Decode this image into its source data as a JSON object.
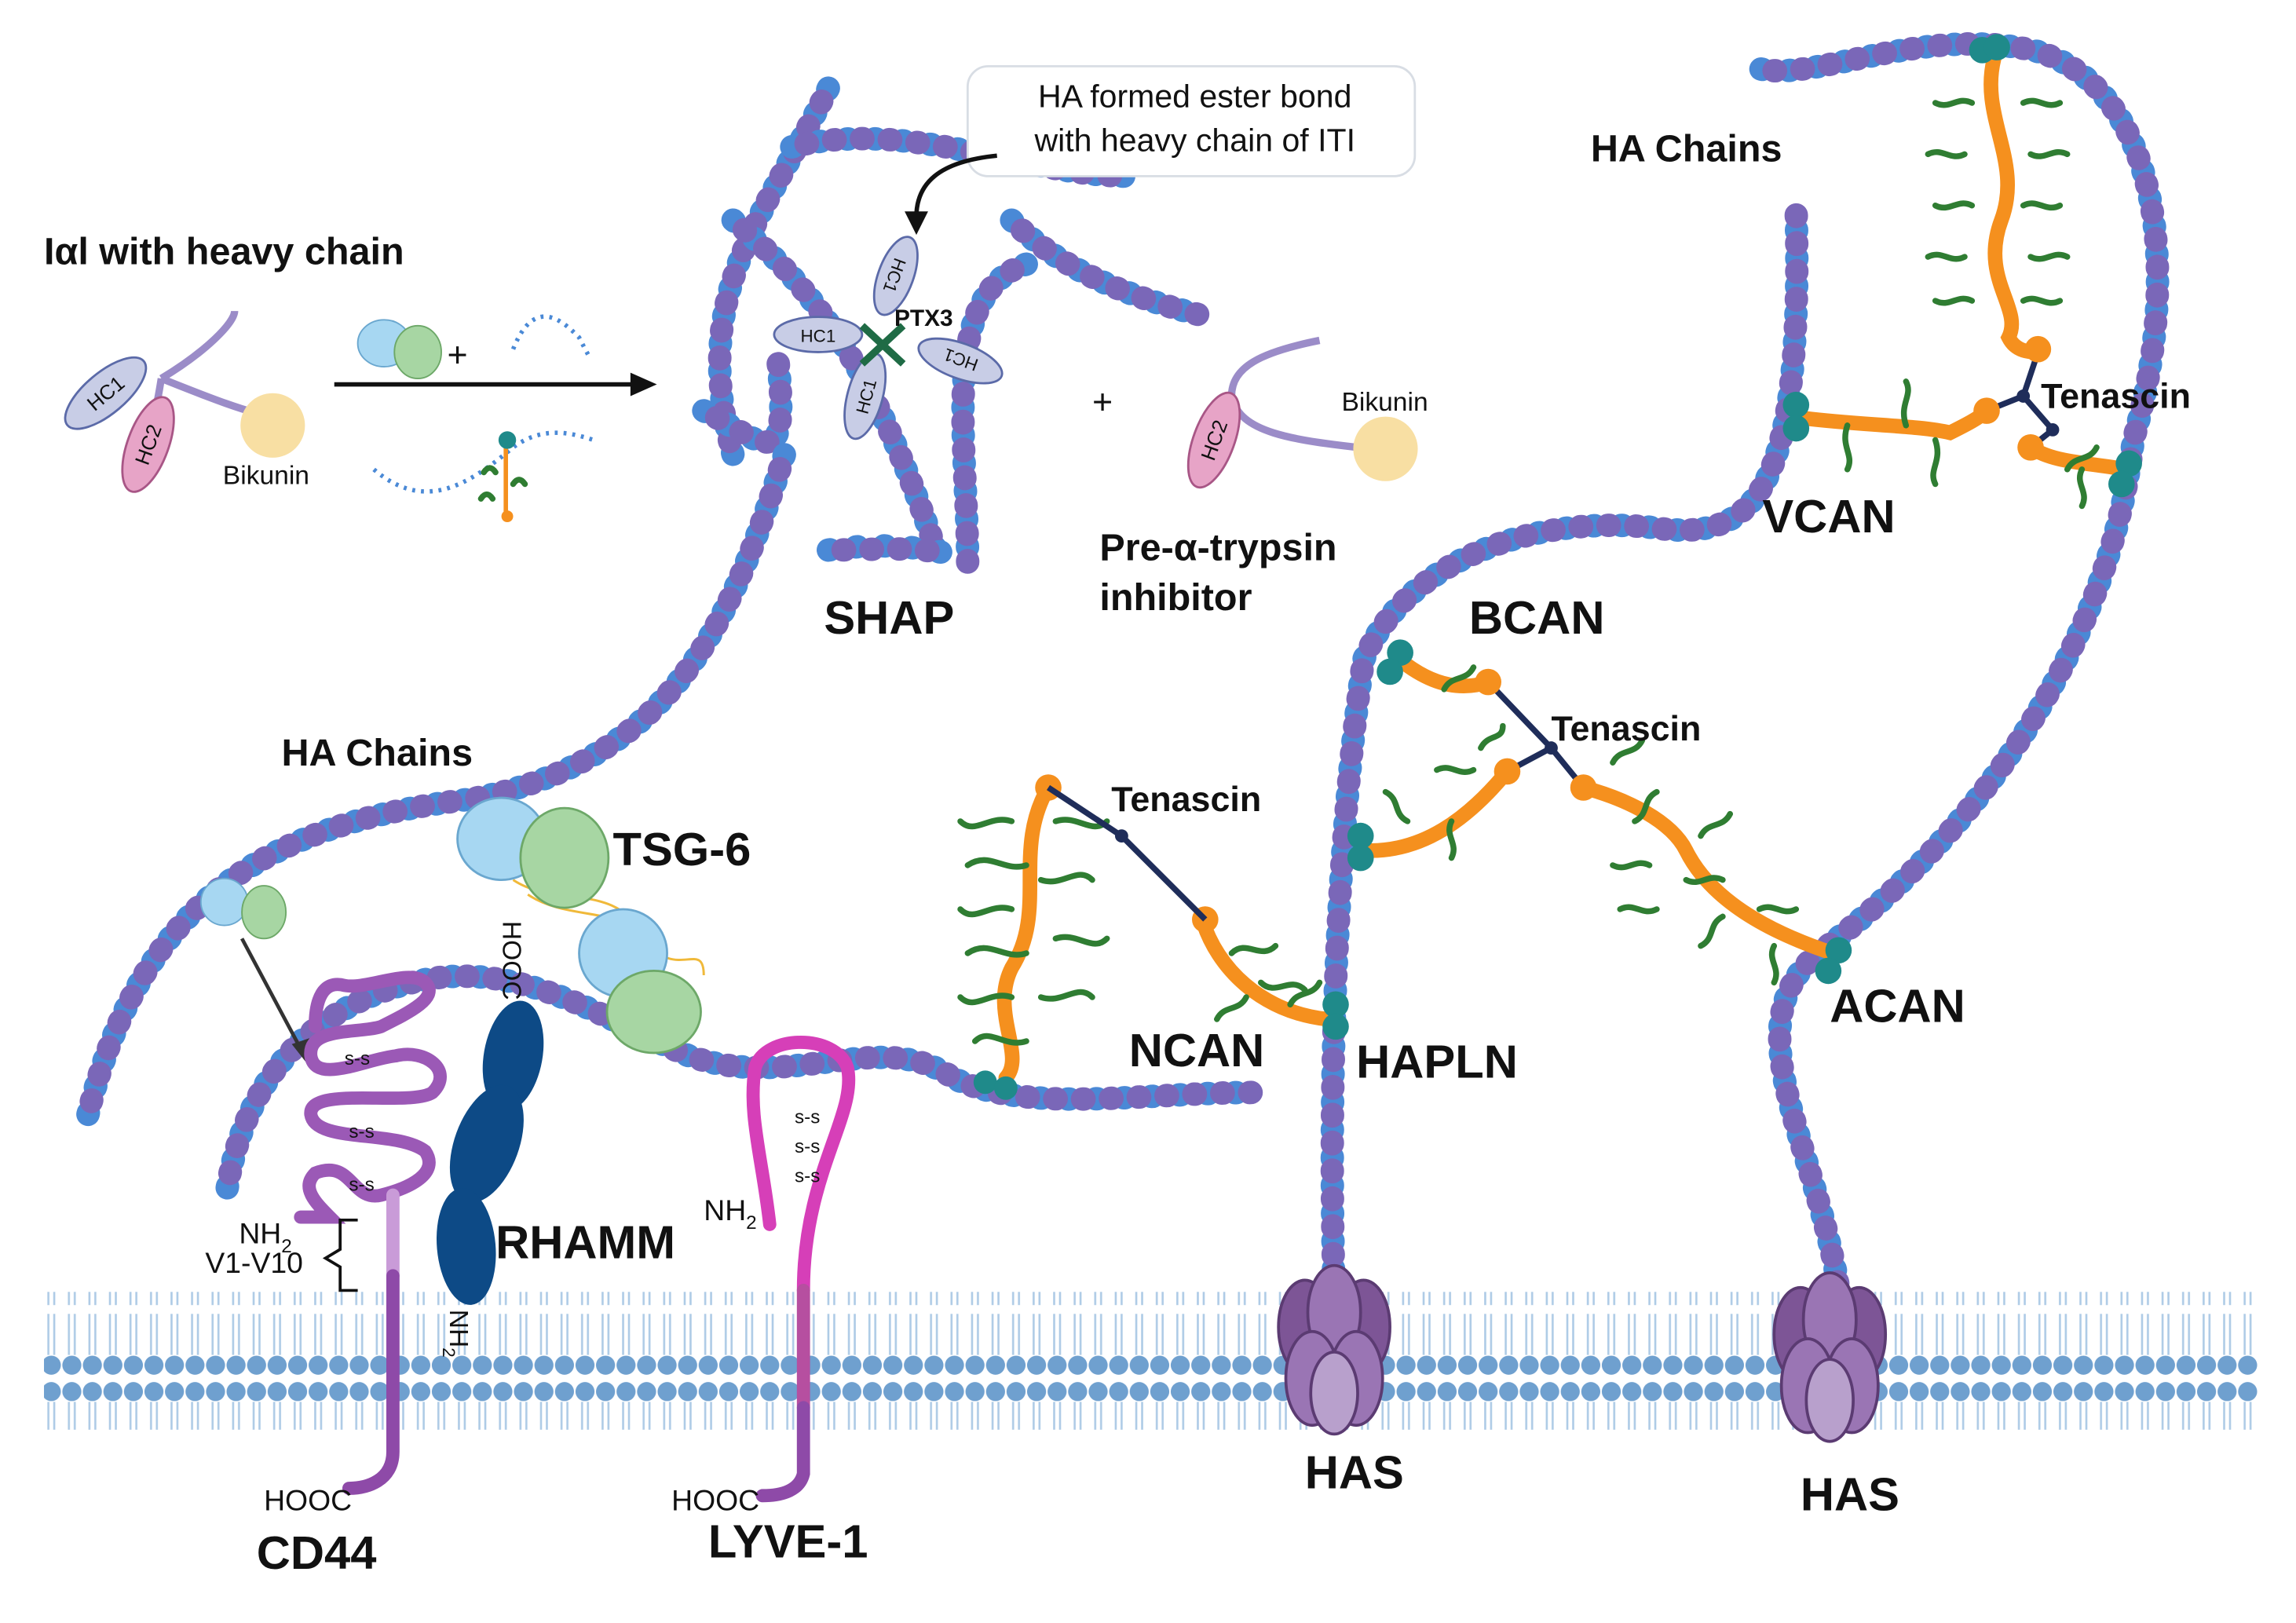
{
  "labels": {
    "iai_title": "Iαl with heavy chain",
    "hc1": "HC1",
    "hc2": "HC2",
    "bikunin": "Bikunin",
    "plus": "+",
    "callout": [
      "HA formed ester bond",
      "with heavy chain of ITI"
    ],
    "ptx3": "PTX3",
    "shap": "SHAP",
    "pre_alpha": [
      "Pre-α-trypsin",
      "inhibitor"
    ],
    "ha_chains_left": "HA Chains",
    "ha_chains_right": "HA Chains",
    "tsg6": "TSG-6",
    "tenascin": "Tenascin",
    "vcan": "VCAN",
    "bcan": "BCAN",
    "ncan": "NCAN",
    "hapln": "HAPLN",
    "acan": "ACAN",
    "ss": "s-s",
    "nh2": "NH",
    "sub2": "2",
    "v1v10": "V1-V10",
    "hooc": "HOOC",
    "rhamm": "RHAMM",
    "cd44": "CD44",
    "lyve1": "LYVE-1",
    "has": "HAS"
  },
  "colors": {
    "ha_blue": "#4a89d6",
    "ha_purple": "#7a67b8",
    "core_protein": "#f5901e",
    "gag_chain": "#2f7d32",
    "link_teal": "#1f8a8a",
    "cd44": "#9b59b6",
    "lyve1": "#d63fb8",
    "rhamm": "#0d4a86",
    "membrane": "#6fa0cf",
    "has": "#7d5596",
    "bikunin": "#f8dfa3",
    "hc1": "#c8cde6",
    "hc2": "#e7a4c7"
  },
  "icons": [
    "membrane-bilayer",
    "has-enzyme",
    "cd44-receptor",
    "lyve1-receptor",
    "rhamm-receptor",
    "tsg6-protein",
    "proteoglycan"
  ]
}
